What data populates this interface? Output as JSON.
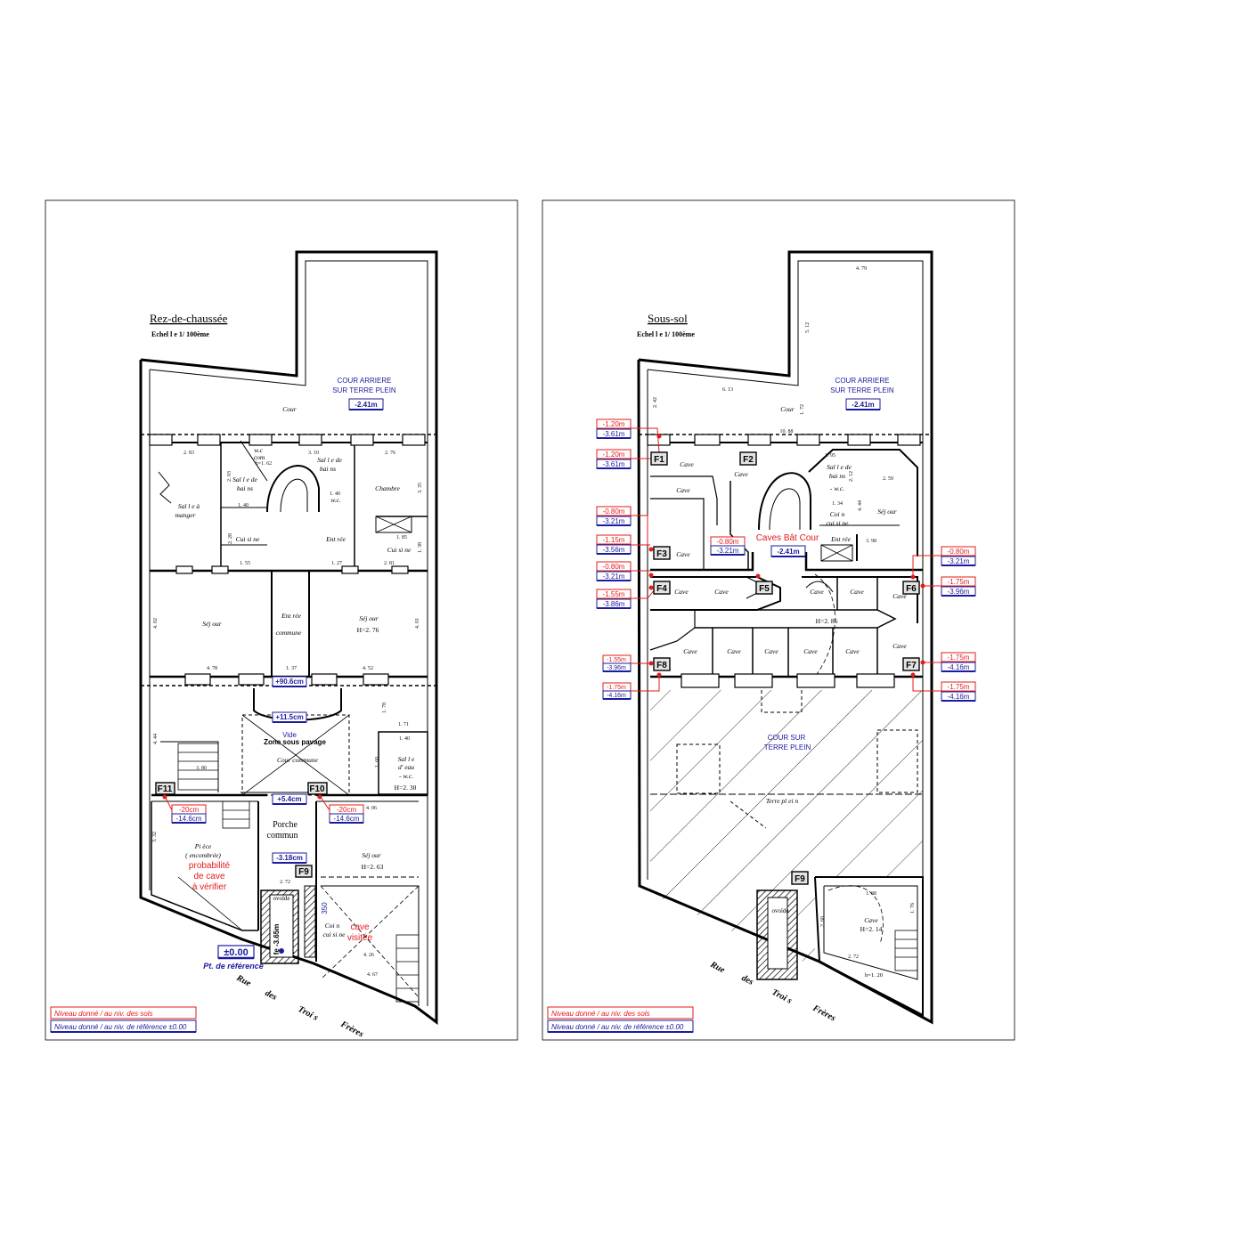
{
  "left_plan": {
    "title": "Rez-de-chaussée",
    "scale": "Echel l e  1/ 100ème",
    "cour_arriere": [
      "COUR ARRIERE",
      "SUR TERRE PLEIN"
    ],
    "cour_level": "-2.41m",
    "rooms": {
      "cour": "Cour",
      "wc_com": [
        "w.c",
        "com"
      ],
      "salle_de_bains_top": [
        "Sal l e  de",
        "bai ns"
      ],
      "salle_de_bains_mid": [
        "Sal l e  de",
        "bai ns"
      ],
      "chambre": "Chambre",
      "salle_a_manger": [
        "Sal l e  à",
        "manger"
      ],
      "wc": "w.c.",
      "cuisine_left": "Cui si ne",
      "entree": "Ent rée",
      "cuisine_right": "Cui si ne",
      "sejour_left": "Séj our",
      "entree_commune": "Ent rée",
      "commune": "commune",
      "sejour_right": "Séj our",
      "sejour_right_h": "H=2. 76",
      "cour_commune": "Cour         commune",
      "salle_deau": [
        "Sal l e",
        "d' eau",
        "- w.c.",
        "H=2. 30"
      ],
      "piece": [
        "Pi èce",
        "( encombrée)"
      ],
      "porche": [
        "Porche",
        "commun"
      ],
      "sejour_bottom": "Séj our",
      "sejour_bottom_h": "H=2. 63",
      "cuisine_bottom": [
        "Coi n",
        "cui si ne"
      ],
      "ovoide": "ovoïde"
    },
    "dimensions": [
      "2. 83",
      "3. 10",
      "2. 76",
      "1. 40",
      "1. 40",
      "1. 55",
      "1. 27",
      "2. 81",
      "1. 85",
      "4. 78",
      "1. 37",
      "4. 52",
      "4. 02",
      "4. 01",
      "3. 35",
      "1. 38",
      "2. 28",
      "1. 71",
      "1. 40",
      "1. 78",
      "4. 44",
      "3. 32",
      "2. 72",
      "4. 06",
      "4. 26",
      "4. 67",
      "h=1. 62",
      "2. 03",
      "1. 60",
      "3. 80"
    ],
    "levels": {
      "plus90": "+90.6cm",
      "plus11": "+11.5cm",
      "plus5": "+5.4cm",
      "minus318": "-3.18cm",
      "f11_red": "-20cm",
      "f11_blue": "-14.6cm",
      "f10_red": "-20cm",
      "f10_blue": "-14.6cm",
      "fe": "fe -3.65m",
      "ref": "±0.00"
    },
    "markers": [
      "F11",
      "F10",
      "F9"
    ],
    "vide": [
      "Vide",
      "Zone sous pavage"
    ],
    "annotations": {
      "probabilite": [
        "probabilité",
        "de cave",
        "à vérifier"
      ],
      "cave_visitee": [
        "cave",
        "visitée"
      ],
      "pt_ref": "Pt. de référence",
      "dim350": "350"
    },
    "street": [
      "Rue",
      "des",
      "Troi s",
      "Frères"
    ],
    "legend_red": "Niveau donné / au niv. des sols",
    "legend_blue": "Niveau donné / au niv. de référence  ±0.00"
  },
  "right_plan": {
    "title": "Sous-sol",
    "scale": "Echel l e  1/ 100ème",
    "cour_arriere": [
      "COUR ARRIERE",
      "SUR TERRE PLEIN"
    ],
    "cour_level": "-2.41m",
    "cour": "Cour",
    "cour_sur": [
      "COUR SUR",
      "TERRE PLEIN"
    ],
    "terre_plein": "Terre pl ei n",
    "caves_bat": "Caves Bât Cour",
    "caves_level": "-2.41m",
    "mid_red": "-0.80m",
    "mid_blue": "-3.21m",
    "cave": "Cave",
    "h286": "H=2. 86",
    "cave_bottom": [
      "Cave",
      "H=2. 14"
    ],
    "bottom_h": "h=1. 20",
    "salle_bains": [
      "Sal l e  de",
      "bai ns",
      "- w.c."
    ],
    "sejour": "Séj our",
    "coin_cuisine": [
      "Coi n",
      "cui si ne"
    ],
    "entree": "Ent rée",
    "ovoide": "ovoïde",
    "dimensions": [
      "4. 79",
      "5. 12",
      "6. 13",
      "1. 72",
      "10. 88",
      "2. 42",
      "1. 95",
      "2. 12",
      "2. 59",
      "4. 44",
      "1. 34",
      "3. 98",
      "1. 88",
      "2. 60",
      "1. 76",
      "2. 72"
    ],
    "markers": [
      "F1",
      "F2",
      "F3",
      "F4",
      "F5",
      "F6",
      "F7",
      "F8",
      "F9"
    ],
    "flags": {
      "f1a_red": "-1.20m",
      "f1a_blue": "-3.61m",
      "f1b_red": "-1.20m",
      "f1b_blue": "-3.61m",
      "f3a_red": "-0.80m",
      "f3a_blue": "-3.21m",
      "f3b_red": "-1.15m",
      "f3b_blue": "-3.56m",
      "f4a_red": "-0.80m",
      "f4a_blue": "-3.21m",
      "f4b_red": "-1.55m",
      "f4b_blue": "-3.86m",
      "f8a_red": "-1.55m",
      "f8a_blue": "-3.96m",
      "f8b_red": "-1.75m",
      "f8b_blue": "-4.16m",
      "f6a_red": "-0.80m",
      "f6a_blue": "-3.21m",
      "f6b_red": "-1.75m",
      "f6b_blue": "-3.96m",
      "f7a_red": "-1.75m",
      "f7a_blue": "-4.16m",
      "f7b_red": "-1.75m",
      "f7b_blue": "-4.16m"
    },
    "street": [
      "Rue",
      "des",
      "Troi s",
      "Frères"
    ],
    "legend_red": "Niveau donné / au niv. des sols",
    "legend_blue": "Niveau donné / au niv. de référence  ±0.00"
  },
  "colors": {
    "red": "#e31b1b",
    "blue": "#1b1b9e",
    "wall": "#000000"
  }
}
